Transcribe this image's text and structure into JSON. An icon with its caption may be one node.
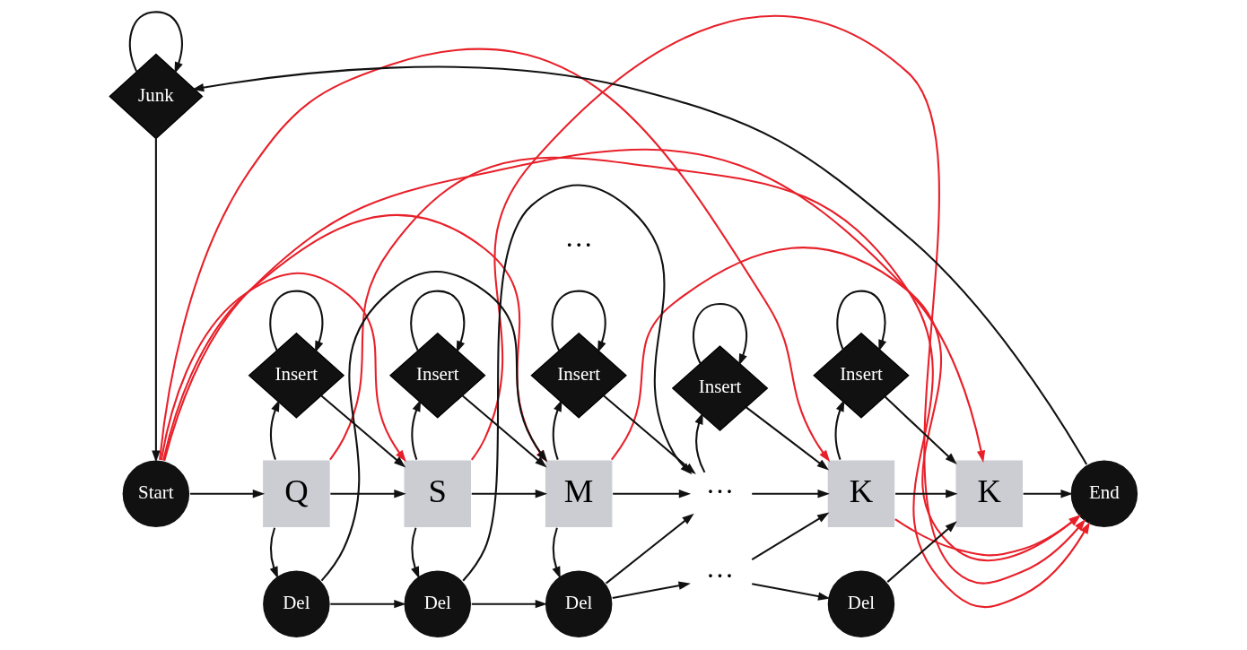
{
  "diagram": {
    "nodes": [
      {
        "text": [
          "Junk"
        ]
      },
      {
        "text": [
          "Start"
        ]
      },
      {
        "text": [
          "Q"
        ]
      },
      {
        "text": [
          "S"
        ]
      },
      {
        "text": [
          "M"
        ]
      },
      {
        "text": [
          "···"
        ]
      },
      {
        "text": [
          "K"
        ]
      },
      {
        "text": [
          "K"
        ]
      },
      {
        "text": [
          "End"
        ]
      },
      {
        "text": [
          "Insert"
        ]
      },
      {
        "text": [
          "Insert"
        ]
      },
      {
        "text": [
          "Insert"
        ]
      },
      {
        "text": [
          "Insert"
        ]
      },
      {
        "text": [
          "Insert"
        ]
      },
      {
        "text": [
          "Del"
        ]
      },
      {
        "text": [
          "Del"
        ]
      },
      {
        "text": [
          "Del"
        ]
      },
      {
        "text": [
          "···"
        ]
      },
      {
        "text": [
          "Del"
        ]
      }
    ],
    "edges": [
      {
        "from": 0,
        "to": 0,
        "arrow": "to"
      },
      {
        "from": 0,
        "to": 1,
        "arrow": "to"
      },
      {
        "from": 8,
        "to": 0,
        "arrow": "to"
      },
      {
        "from": 1,
        "to": 2,
        "arrow": "to"
      },
      {
        "from": 2,
        "to": 3,
        "arrow": "to"
      },
      {
        "from": 3,
        "to": 4,
        "arrow": "to"
      },
      {
        "from": 4,
        "to": 5,
        "arrow": "to"
      },
      {
        "from": 5,
        "to": 6,
        "arrow": "to"
      },
      {
        "from": 6,
        "to": 7,
        "arrow": "to"
      },
      {
        "from": 7,
        "to": 8,
        "arrow": "to"
      },
      {
        "from": 2,
        "to": 9,
        "arrow": "to"
      },
      {
        "from": 9,
        "to": 9,
        "arrow": "to"
      },
      {
        "from": 9,
        "to": 3,
        "arrow": "to"
      },
      {
        "from": 3,
        "to": 10,
        "arrow": "to"
      },
      {
        "from": 10,
        "to": 10,
        "arrow": "to"
      },
      {
        "from": 10,
        "to": 4,
        "arrow": "to"
      },
      {
        "from": 4,
        "to": 11,
        "arrow": "to"
      },
      {
        "from": 11,
        "to": 11,
        "arrow": "to"
      },
      {
        "from": 11,
        "to": 5,
        "arrow": "to"
      },
      {
        "from": 5,
        "to": 12,
        "arrow": "to"
      },
      {
        "from": 12,
        "to": 12,
        "arrow": "to"
      },
      {
        "from": 12,
        "to": 6,
        "arrow": "to"
      },
      {
        "from": 6,
        "to": 13,
        "arrow": "to"
      },
      {
        "from": 13,
        "to": 13,
        "arrow": "to"
      },
      {
        "from": 13,
        "to": 7,
        "arrow": "to"
      },
      {
        "from": 2,
        "to": 14,
        "arrow": "to"
      },
      {
        "from": 3,
        "to": 15,
        "arrow": "to"
      },
      {
        "from": 4,
        "to": 16,
        "arrow": "to"
      },
      {
        "from": 14,
        "to": 4,
        "arrow": "to"
      },
      {
        "from": 15,
        "to": 5,
        "arrow": "to"
      },
      {
        "from": 16,
        "to": 5,
        "arrow": "to"
      },
      {
        "from": 17,
        "to": 6,
        "arrow": "to"
      },
      {
        "from": 18,
        "to": 7,
        "arrow": "to"
      },
      {
        "from": 14,
        "to": 15,
        "arrow": "to"
      },
      {
        "from": 15,
        "to": 16,
        "arrow": "to"
      },
      {
        "from": 16,
        "to": 17,
        "arrow": "to"
      },
      {
        "from": 17,
        "to": 18,
        "arrow": "to"
      },
      {
        "from": 1,
        "to": 3,
        "arrow": "to",
        "color": "#e8202a"
      },
      {
        "from": 1,
        "to": 4,
        "arrow": "to",
        "color": "#e8202a"
      },
      {
        "from": 1,
        "to": 6,
        "arrow": "to",
        "color": "#e8202a"
      },
      {
        "from": 1,
        "to": 7,
        "arrow": "to",
        "color": "#e8202a"
      },
      {
        "from": 2,
        "to": 8,
        "arrow": "to",
        "color": "#e8202a"
      },
      {
        "from": 3,
        "to": 8,
        "arrow": "to",
        "color": "#e8202a"
      },
      {
        "from": 4,
        "to": 8,
        "arrow": "to",
        "color": "#e8202a"
      },
      {
        "from": 6,
        "to": 8,
        "arrow": "to",
        "color": "#e8202a"
      }
    ],
    "labels": [
      "···"
    ]
  }
}
